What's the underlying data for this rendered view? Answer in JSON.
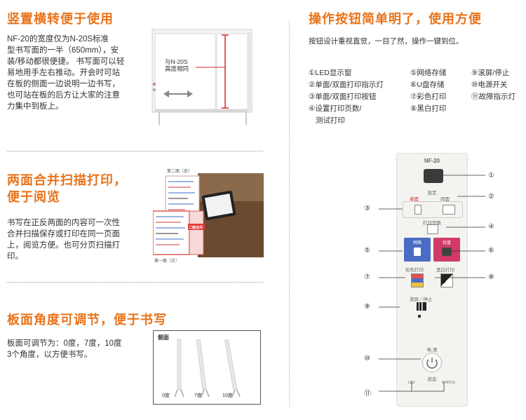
{
  "sec1": {
    "title": "竖置横转便于使用",
    "lines": [
      "NF-20的宽度仅为N-20S标准",
      "型书写面的一半（650mm），安",
      "装/移动都很便捷。 书写面可以轻",
      "易地用手左右推动。开会时可站",
      "在板的侧面一边说明一边书写，",
      "也可站在板的后方让大家的注意",
      "力集中到板上。"
    ],
    "note_line1": "与N-20S",
    "note_line2": "高度相同"
  },
  "sec2": {
    "title_line1": "两面合并扫描打印，",
    "title_line2": "便于阅览",
    "lines": [
      "书写在正反两面的内容可一次性",
      "合并扫描保存或打印在同一页面",
      "上，阅览方便。也可分页扫描打",
      "印。"
    ],
    "top_caption": "第二面（反）",
    "bottom_caption": "第一面（正）",
    "badge": "二面合并"
  },
  "sec3": {
    "title": "板面角度可调节，便于书写",
    "lines": [
      "板面可调节为：0度，7度，10度",
      "3个角度，以方便书写。"
    ],
    "box_label": "侧面",
    "angles": [
      "0度",
      "7度",
      "10度"
    ]
  },
  "sec4": {
    "title": "操作按钮简单明了，使用方便",
    "subtitle": "按钮设计重视直觉，一目了然，操作一键到位。",
    "col1": [
      "①LED显示窗",
      "②单面/双面打印指示灯",
      "③单面/双面打印按钮",
      "④设置打印页数/",
      "测试打印"
    ],
    "col2": [
      "⑤网络存储",
      "⑥U盘存储",
      "⑦彩色打印",
      "⑧黑白打印"
    ],
    "col3": [
      "⑨滚屏/停止",
      "⑩电源开关",
      "⑪故障指示灯"
    ]
  },
  "panel": {
    "model": "NF-20",
    "setting": "設定",
    "single": "单面",
    "double": "両面",
    "copies": "打印页数",
    "network": "网络",
    "usb": "优盘",
    "color_print": "彩色打印",
    "bw_print": "黑白打印",
    "scroll": "滚屏／停止",
    "power": "电 源",
    "status": "状态",
    "err1": "LED",
    "err2": "STATUS",
    "callouts": [
      "①",
      "②",
      "③",
      "④",
      "⑤",
      "⑥",
      "⑦",
      "⑧",
      "⑨",
      "⑩",
      "⑪"
    ]
  },
  "colors": {
    "accent": "#e8731a",
    "callout_red": "#d42b2b",
    "net_blue": "#4a6cc4",
    "usb_pink": "#d23a6a"
  }
}
